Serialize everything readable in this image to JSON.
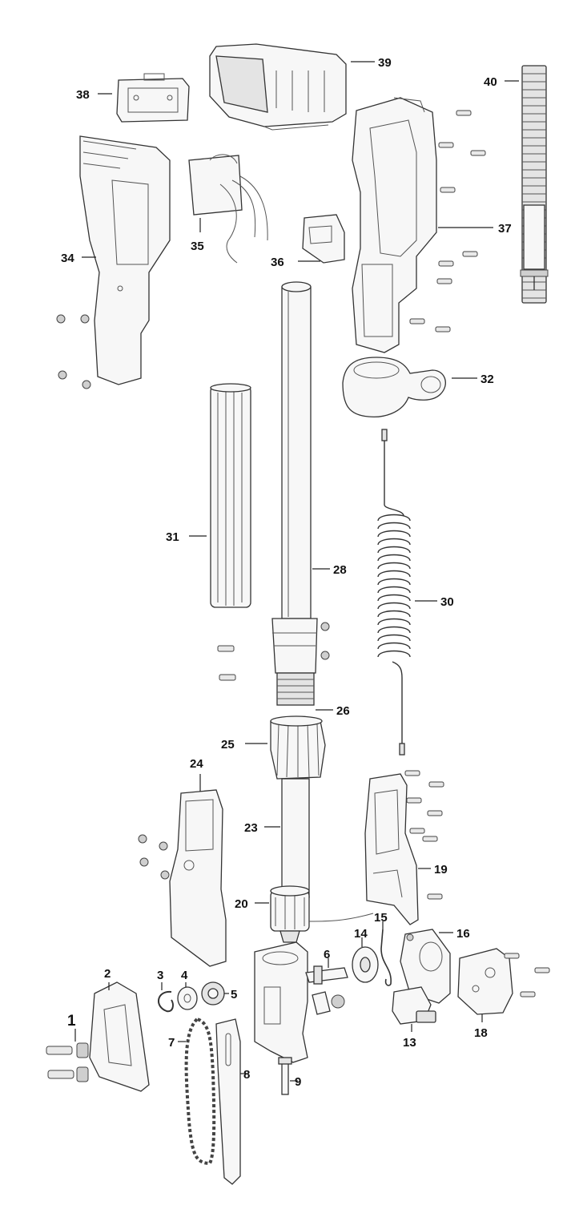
{
  "callouts": {
    "p1": "1",
    "p2": "2",
    "p3": "3",
    "p4": "4",
    "p5": "5",
    "p6": "6",
    "p7": "7",
    "p8": "8",
    "p9": "9",
    "p13": "13",
    "p14": "14",
    "p15": "15",
    "p16": "16",
    "p18": "18",
    "p19": "19",
    "p20": "20",
    "p23": "23",
    "p24": "24",
    "p25": "25",
    "p26": "26",
    "p28": "28",
    "p30": "30",
    "p31": "31",
    "p32": "32",
    "p34": "34",
    "p35": "35",
    "p36": "36",
    "p37": "37",
    "p38": "38",
    "p39": "39",
    "p40": "40"
  }
}
